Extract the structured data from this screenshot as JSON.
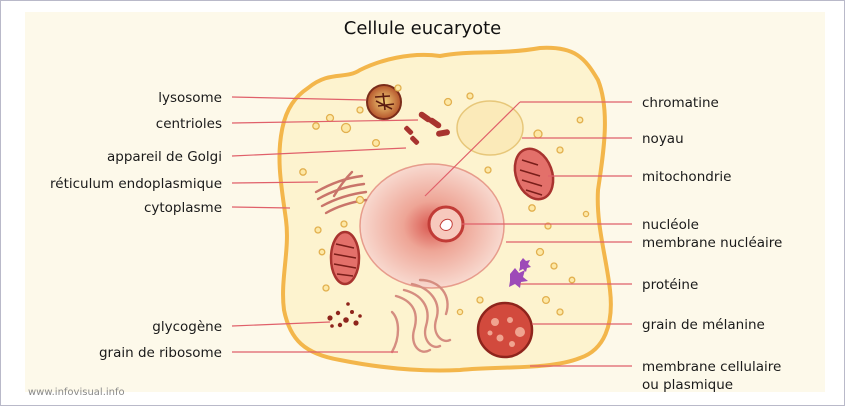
{
  "title": "Cellule eucaryote",
  "watermark": "www.infovisual.info",
  "labels_left": {
    "lysosome": "lysosome",
    "centrioles": "centrioles",
    "golgi": "appareil de Golgi",
    "reticulum": "réticulum endoplasmique",
    "cytoplasme": "cytoplasme",
    "glycogene": "glycogène",
    "ribosome": "grain de ribosome"
  },
  "labels_right": {
    "chromatine": "chromatine",
    "noyau": "noyau",
    "mitochondrie": "mitochondrie",
    "nucleole": "nucléole",
    "membrane_nucleaire": "membrane nucléaire",
    "proteine": "protéine",
    "melanine": "grain de mélanine",
    "membrane_cellulaire_1": "membrane cellulaire",
    "membrane_cellulaire_2": "ou plasmique"
  },
  "colors": {
    "background": "#fdf9ea",
    "cell_fill": "#fdf3cf",
    "cell_outline": "#f3b64b",
    "nucleus": "#f1b6a8",
    "leader_line": "#e0606a",
    "organelle": "#b5302e"
  }
}
